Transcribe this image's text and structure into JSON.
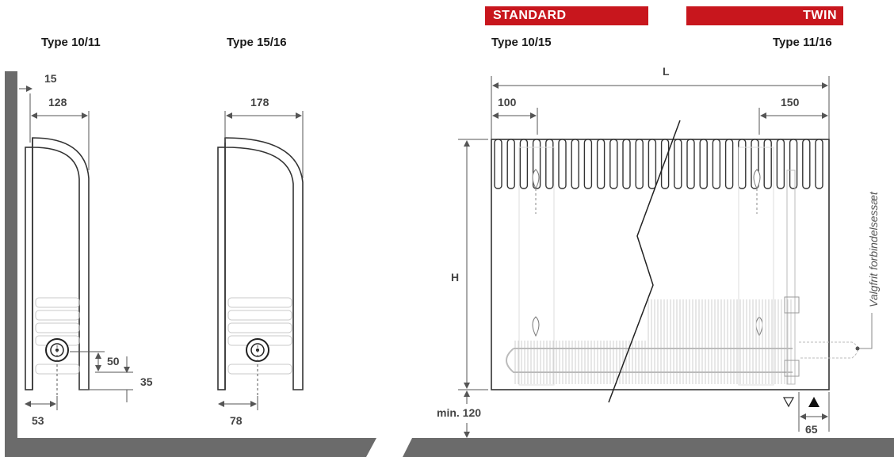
{
  "banners": {
    "standard": "STANDARD",
    "twin": "TWIN",
    "color": "#c8161d"
  },
  "type_labels": {
    "t1011": "Type 10/11",
    "t1516": "Type 15/16",
    "t1015": "Type 10/15",
    "t1116": "Type 11/16"
  },
  "dimensions": {
    "d15": "15",
    "d128": "128",
    "d178": "178",
    "d50": "50",
    "d35": "35",
    "d53": "53",
    "d78": "78",
    "L": "L",
    "d100": "100",
    "d150": "150",
    "H": "H",
    "min120": "min. 120",
    "d65": "65"
  },
  "side_label": "Valgfrit forbindelsessæt",
  "colors": {
    "wall": "#6b6b6b",
    "floor": "#6b6b6b",
    "line": "#333333",
    "faint": "#c8c8c8"
  }
}
